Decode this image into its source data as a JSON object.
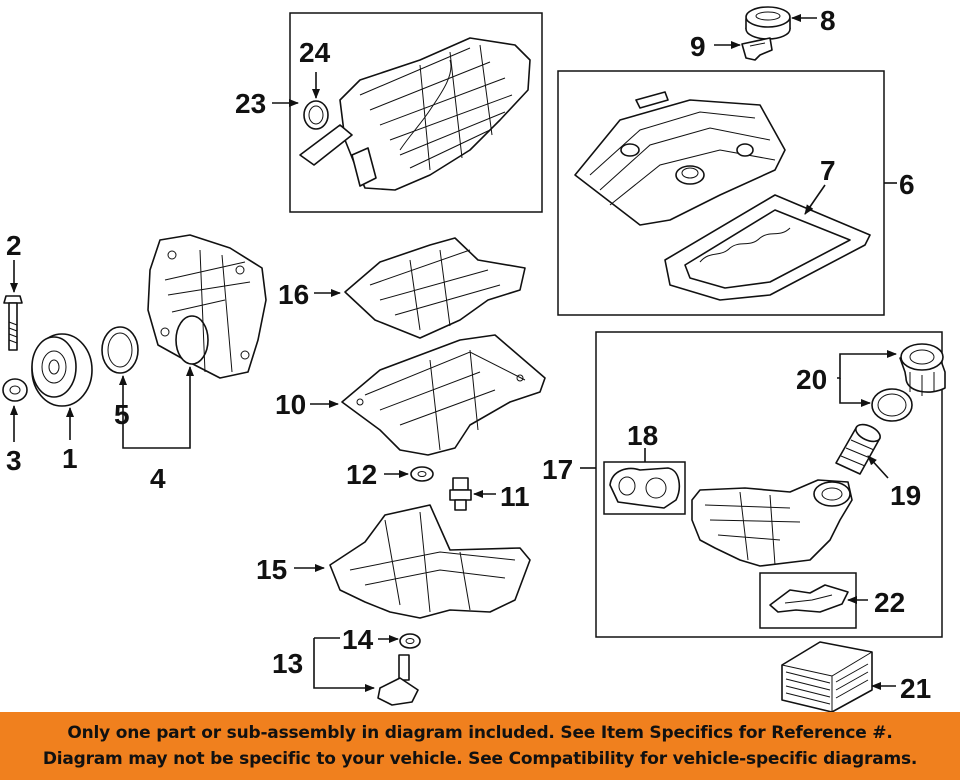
{
  "callouts": {
    "c1": "1",
    "c2": "2",
    "c3": "3",
    "c4": "4",
    "c5": "5",
    "c6": "6",
    "c7": "7",
    "c8": "8",
    "c9": "9",
    "c10": "10",
    "c11": "11",
    "c12": "12",
    "c13": "13",
    "c14": "14",
    "c15": "15",
    "c16": "16",
    "c17": "17",
    "c18": "18",
    "c19": "19",
    "c20": "20",
    "c21": "21",
    "c22": "22",
    "c23": "23",
    "c24": "24"
  },
  "notice": {
    "line1": "Only one part or sub-assembly in diagram included. See Item Specifics for Reference #.",
    "line2": "Diagram may not be specific to your vehicle. See Compatibility for vehicle-specific diagrams."
  },
  "colors": {
    "banner": "#f0801e",
    "ink": "#111111"
  }
}
